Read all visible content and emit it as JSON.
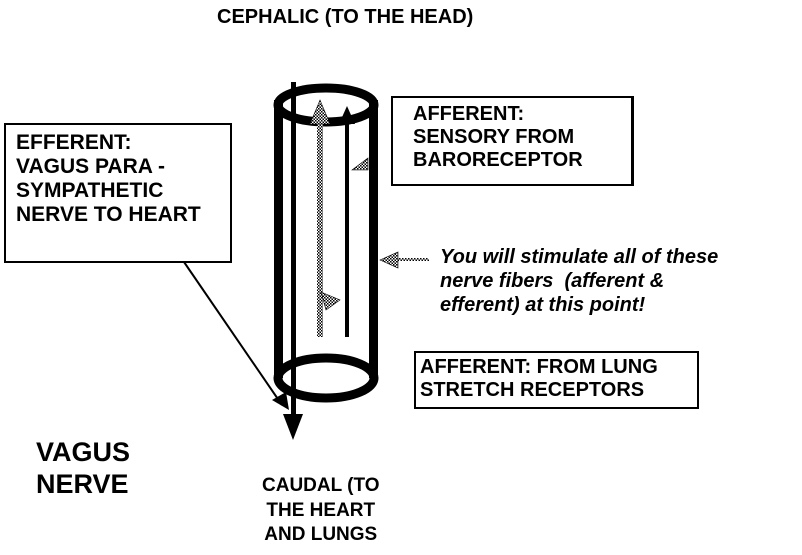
{
  "labels": {
    "cephalic": "CEPHALIC (TO THE HEAD)",
    "caudal": "CAUDAL (TO\nTHE HEART\nAND LUNGS",
    "nerve_name": "VAGUS\nNERVE",
    "stimulate_note": "You will stimulate all of these\nnerve fibers  (afferent &\nefferent) at this point!"
  },
  "boxes": {
    "efferent": "EFFERENT:\nVAGUS PARA -\nSYMPATHETIC\nNERVE TO HEART",
    "afferent_baroreceptor": "AFFERENT:\nSENSORY FROM\nBARORECEPTOR",
    "afferent_lung": "AFFERENT: FROM LUNG\nSTRETCH RECEPTORS"
  },
  "colors": {
    "ink": "#000000",
    "background": "#ffffff",
    "stipple": "#8a8a8a"
  }
}
